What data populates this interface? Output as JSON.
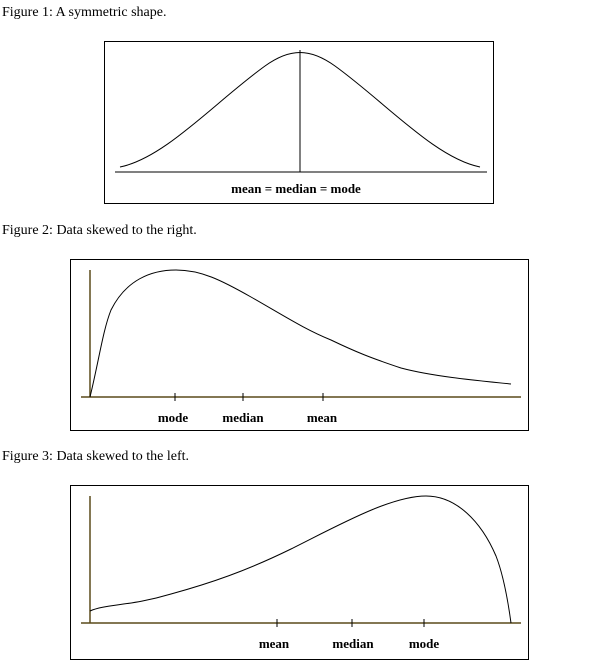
{
  "figure1": {
    "caption": "Figure 1: A symmetric shape.",
    "label": "mean = median = mode"
  },
  "figure2": {
    "caption": "Figure 2: Data skewed to the right.",
    "labels": {
      "mode": "mode",
      "median": "median",
      "mean": "mean"
    }
  },
  "figure3": {
    "caption": "Figure 3: Data skewed to the left.",
    "labels": {
      "mean": "mean",
      "median": "median",
      "mode": "mode"
    }
  }
}
